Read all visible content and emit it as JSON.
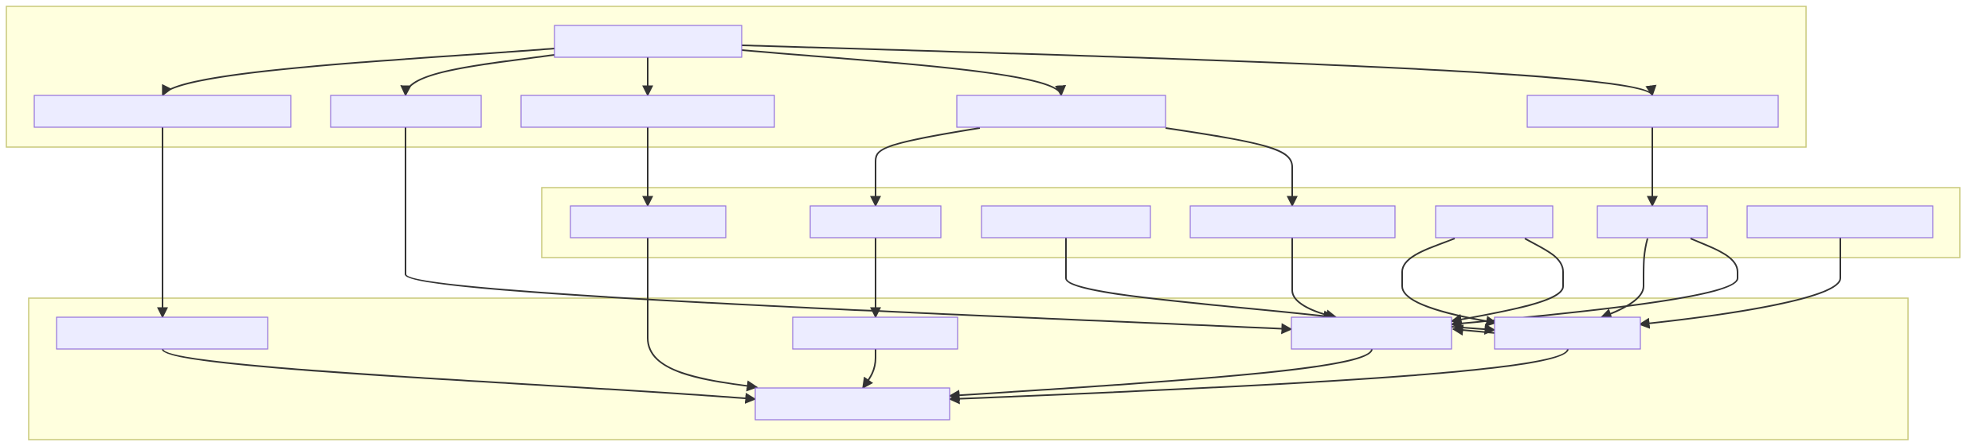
{
  "diagram": {
    "type": "flowchart",
    "clusters": [
      {
        "id": "cluster_top",
        "label": ""
      },
      {
        "id": "cluster_middle",
        "label": ""
      },
      {
        "id": "cluster_bottom",
        "label": ""
      }
    ],
    "nodes": [
      {
        "id": "n_root",
        "label": ""
      },
      {
        "id": "n_t1",
        "label": ""
      },
      {
        "id": "n_t2",
        "label": ""
      },
      {
        "id": "n_t3",
        "label": ""
      },
      {
        "id": "n_t4",
        "label": ""
      },
      {
        "id": "n_t5",
        "label": ""
      },
      {
        "id": "n_m1",
        "label": ""
      },
      {
        "id": "n_m2",
        "label": ""
      },
      {
        "id": "n_m3",
        "label": ""
      },
      {
        "id": "n_m4",
        "label": ""
      },
      {
        "id": "n_m5",
        "label": ""
      },
      {
        "id": "n_m6",
        "label": ""
      },
      {
        "id": "n_m7",
        "label": ""
      },
      {
        "id": "n_b1",
        "label": ""
      },
      {
        "id": "n_b2",
        "label": ""
      },
      {
        "id": "n_b3",
        "label": ""
      },
      {
        "id": "n_b4",
        "label": ""
      },
      {
        "id": "n_b5",
        "label": ""
      }
    ],
    "edges": [
      {
        "from": "n_root",
        "to": "n_t1"
      },
      {
        "from": "n_root",
        "to": "n_t2"
      },
      {
        "from": "n_root",
        "to": "n_t3"
      },
      {
        "from": "n_root",
        "to": "n_t4"
      },
      {
        "from": "n_root",
        "to": "n_t5"
      },
      {
        "from": "n_t1",
        "to": "n_b1"
      },
      {
        "from": "n_t2",
        "to": "n_b3"
      },
      {
        "from": "n_t3",
        "to": "n_m1"
      },
      {
        "from": "n_t4",
        "to": "n_m2"
      },
      {
        "from": "n_t4",
        "to": "n_m4"
      },
      {
        "from": "n_t5",
        "to": "n_m6"
      },
      {
        "from": "n_m1",
        "to": "n_b5"
      },
      {
        "from": "n_m2",
        "to": "n_b2"
      },
      {
        "from": "n_m3",
        "to": "n_b3"
      },
      {
        "from": "n_m4",
        "to": "n_b3"
      },
      {
        "from": "n_m5",
        "to": "n_b3"
      },
      {
        "from": "n_m5",
        "to": "n_b4"
      },
      {
        "from": "n_m6",
        "to": "n_b3"
      },
      {
        "from": "n_m6",
        "to": "n_b4"
      },
      {
        "from": "n_m7",
        "to": "n_b4"
      },
      {
        "from": "n_b3",
        "to": "n_b4"
      },
      {
        "from": "n_b4",
        "to": "n_b3"
      },
      {
        "from": "n_b1",
        "to": "n_b5"
      },
      {
        "from": "n_b2",
        "to": "n_b5"
      },
      {
        "from": "n_b3",
        "to": "n_b5"
      },
      {
        "from": "n_b4",
        "to": "n_b5"
      }
    ]
  }
}
